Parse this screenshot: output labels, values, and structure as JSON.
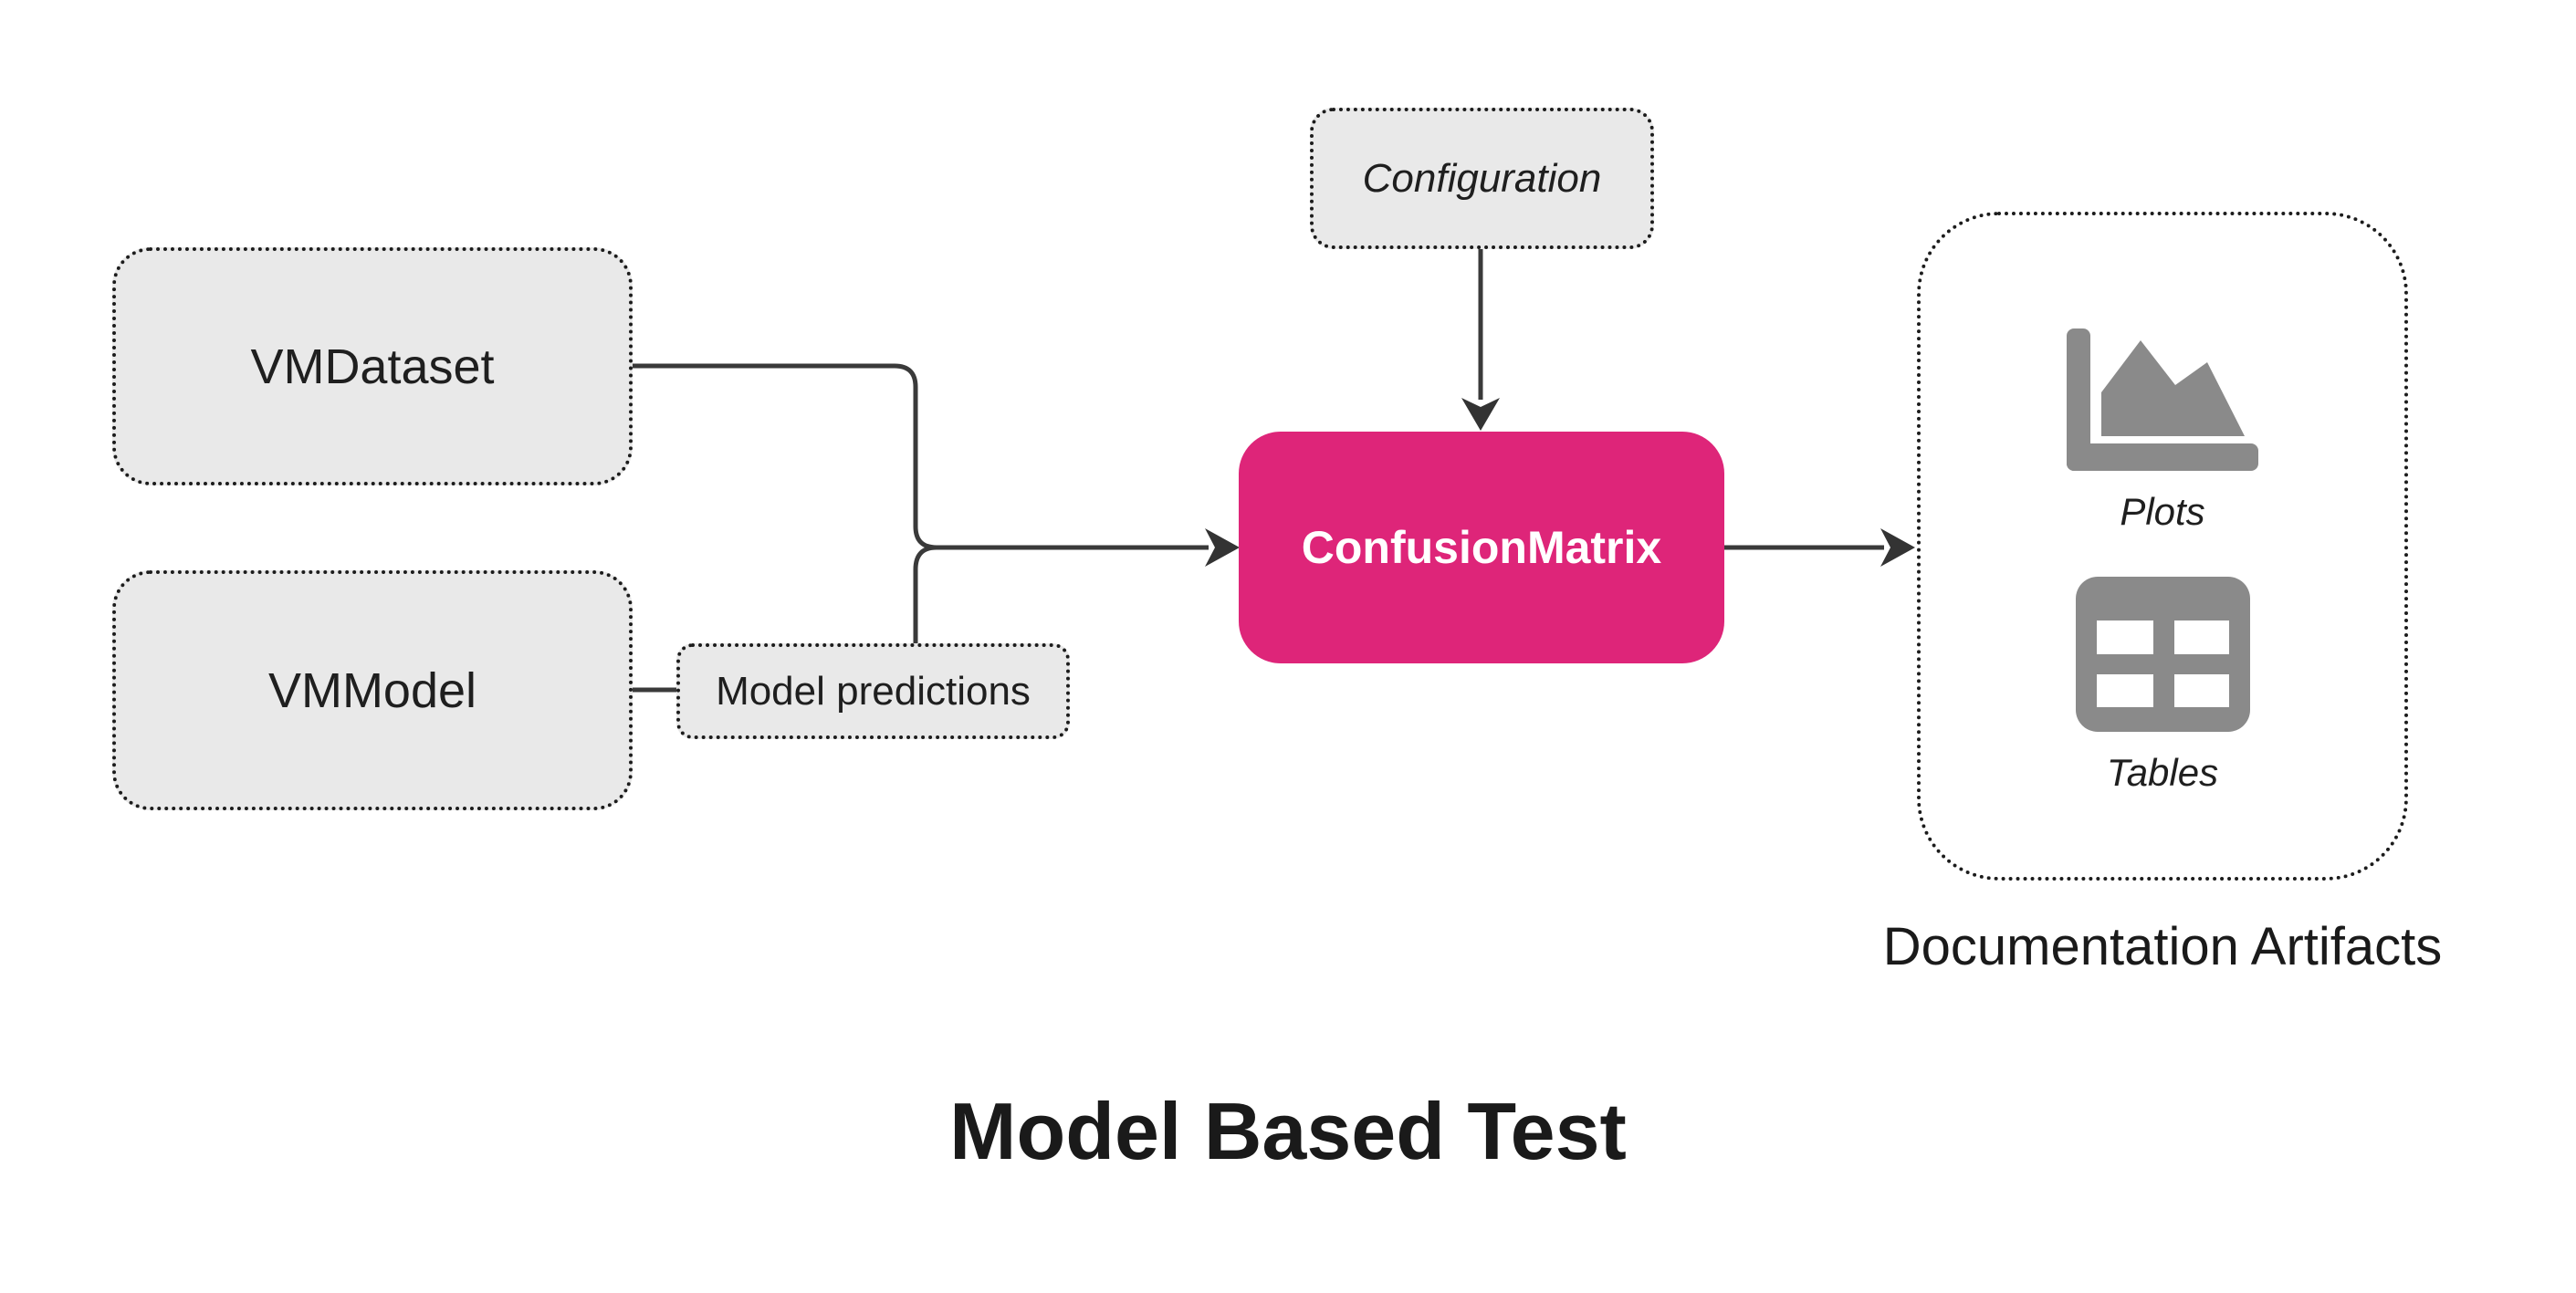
{
  "title": {
    "text": "Model Based Test"
  },
  "diagram": {
    "nodes": {
      "vmdataset": {
        "label": "VMDataset"
      },
      "vmmodel": {
        "label": "VMModel"
      },
      "model_predictions": {
        "label": "Model predictions"
      },
      "configuration": {
        "label": "Configuration"
      },
      "confusion_matrix": {
        "label": "ConfusionMatrix"
      }
    },
    "artifacts": {
      "caption": "Documentation Artifacts",
      "items": [
        {
          "label": "Plots",
          "icon": "plots-chart-icon"
        },
        {
          "label": "Tables",
          "icon": "tables-grid-icon"
        }
      ]
    },
    "colors": {
      "node_fill": "#e9e9e9",
      "node_border": "#1c1c1c",
      "accent_pink": "#de2579",
      "icon_gray": "#8a8a8a",
      "connector": "#3a3a3a",
      "text": "#1f1f1f"
    }
  }
}
